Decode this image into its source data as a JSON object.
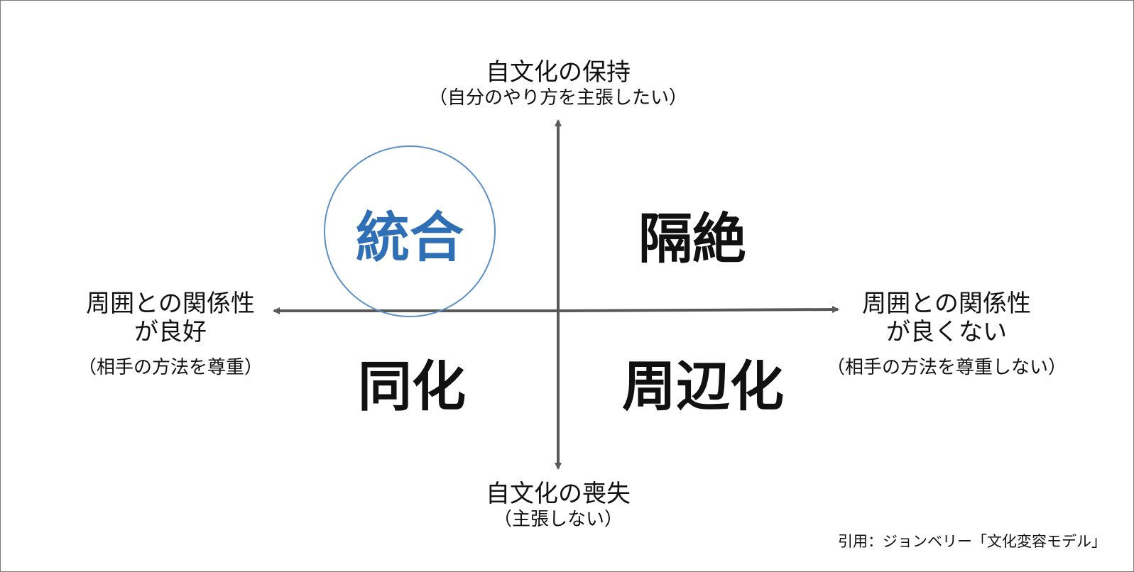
{
  "axes": {
    "top": {
      "title": "自文化の保持",
      "subtitle": "（自分のやり方を主張したい）"
    },
    "bottom": {
      "title": "自文化の喪失",
      "subtitle": "（主張しない）"
    },
    "left": {
      "title_line1": "周囲との関係性",
      "title_line2": "が良好",
      "subtitle": "（相手の方法を尊重）"
    },
    "right": {
      "title_line1": "周囲との関係性",
      "title_line2": "が良くない",
      "subtitle": "（相手の方法を尊重しない）"
    }
  },
  "quadrants": {
    "top_left": "統合",
    "top_right": "隔絶",
    "bottom_left": "同化",
    "bottom_right": "周辺化"
  },
  "citation": "引用：ジョンベリー「文化変容モデル」",
  "colors": {
    "axis": "#595959",
    "highlight": "#2f6fb5",
    "circle": "#5b8fc7",
    "text": "#111111",
    "frame": "#7a7a7a"
  }
}
